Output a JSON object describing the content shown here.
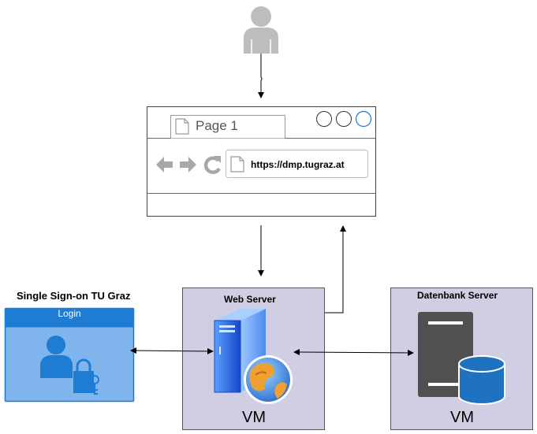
{
  "browser": {
    "tab_label": "Page 1",
    "url": "https://dmp.tugraz.at"
  },
  "sso": {
    "title": "Single Sign-on TU Graz",
    "login_label": "Login"
  },
  "web_server": {
    "title": "Web Server",
    "vm_label": "VM"
  },
  "db_server": {
    "title": "Datenbank Server",
    "vm_label": "VM"
  },
  "colors": {
    "vm_box": "#d0cee2",
    "login_blue": "#1e7cd2",
    "login_light": "#7fb5ec",
    "db_dark": "#505050",
    "db_blue": "#1e72c0"
  },
  "icons": [
    "user-icon",
    "document-icon",
    "back-arrow-icon",
    "forward-arrow-icon",
    "reload-icon",
    "lock-user-icon",
    "server-globe-icon",
    "database-server-icon"
  ]
}
